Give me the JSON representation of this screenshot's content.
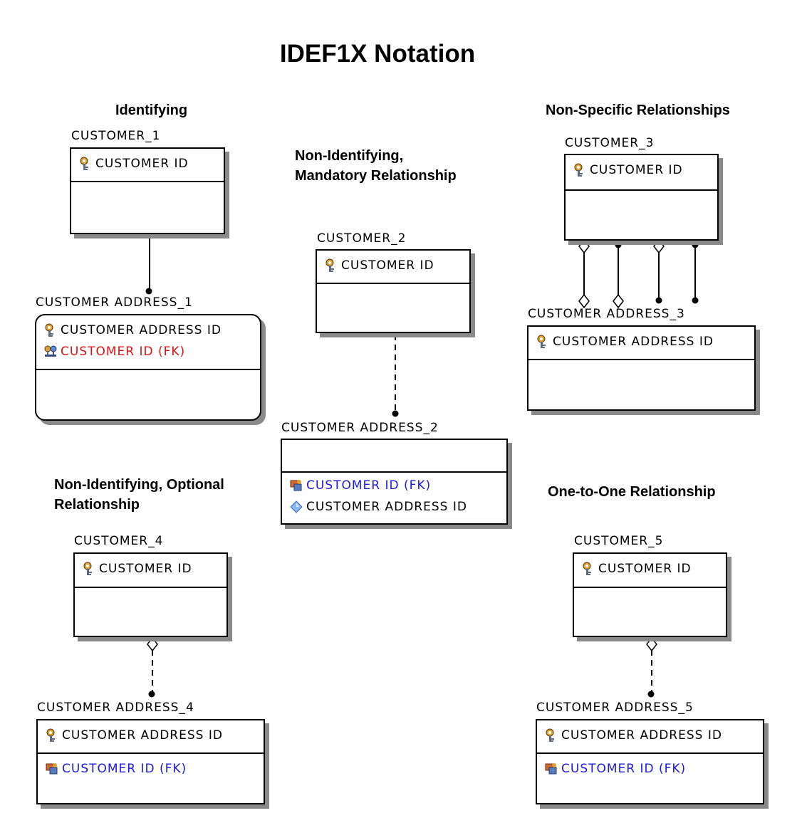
{
  "title": "IDEF1X Notation",
  "headings": {
    "identifying": "Identifying",
    "nonspecific": "Non-Specific Relationships",
    "nonid_mandatory_1": "Non-Identifying,",
    "nonid_mandatory_2": "Mandatory Relationship",
    "nonid_optional_1": "Non-Identifying, Optional",
    "nonid_optional_2": "Relationship",
    "one_to_one": "One-to-One Relationship"
  },
  "entities": {
    "customer_1": {
      "name": "CUSTOMER_1",
      "pk": [
        "CUSTOMER ID"
      ]
    },
    "customer_address_1": {
      "name": "CUSTOMER ADDRESS_1",
      "pk": [
        "CUSTOMER ADDRESS ID",
        "CUSTOMER ID (FK)"
      ]
    },
    "customer_2": {
      "name": "CUSTOMER_2",
      "pk": [
        "CUSTOMER ID"
      ]
    },
    "customer_address_2": {
      "name": "CUSTOMER ADDRESS_2",
      "attrs": [
        "CUSTOMER ID (FK)",
        "CUSTOMER ADDRESS ID"
      ]
    },
    "customer_3": {
      "name": "CUSTOMER_3",
      "pk": [
        "CUSTOMER ID"
      ]
    },
    "customer_address_3": {
      "name": "CUSTOMER ADDRESS_3",
      "pk": [
        "CUSTOMER ADDRESS ID"
      ]
    },
    "customer_4": {
      "name": "CUSTOMER_4",
      "pk": [
        "CUSTOMER ID"
      ]
    },
    "customer_address_4": {
      "name": "CUSTOMER ADDRESS_4",
      "pk": [
        "CUSTOMER ADDRESS ID"
      ],
      "attrs": [
        "CUSTOMER ID (FK)"
      ]
    },
    "customer_5": {
      "name": "CUSTOMER_5",
      "pk": [
        "CUSTOMER ID"
      ]
    },
    "customer_address_5": {
      "name": "CUSTOMER ADDRESS_5",
      "pk": [
        "CUSTOMER ADDRESS ID"
      ],
      "attrs": [
        "CUSTOMER ID (FK)"
      ]
    }
  },
  "icons": {
    "pk": "key-icon",
    "fk": "foreign-key-icon",
    "attr": "diamond-icon"
  },
  "colors": {
    "fk_pk": "#e01010",
    "fk_attr": "#1a1ae0",
    "shadow": "#8a8a8a"
  }
}
